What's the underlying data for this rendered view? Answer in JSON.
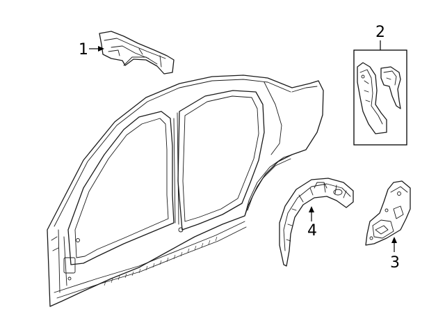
{
  "callouts": {
    "part1": "1",
    "part2": "2",
    "part3": "3",
    "part4": "4"
  },
  "colors": {
    "line": "#1a1a1a",
    "background": "#ffffff"
  }
}
